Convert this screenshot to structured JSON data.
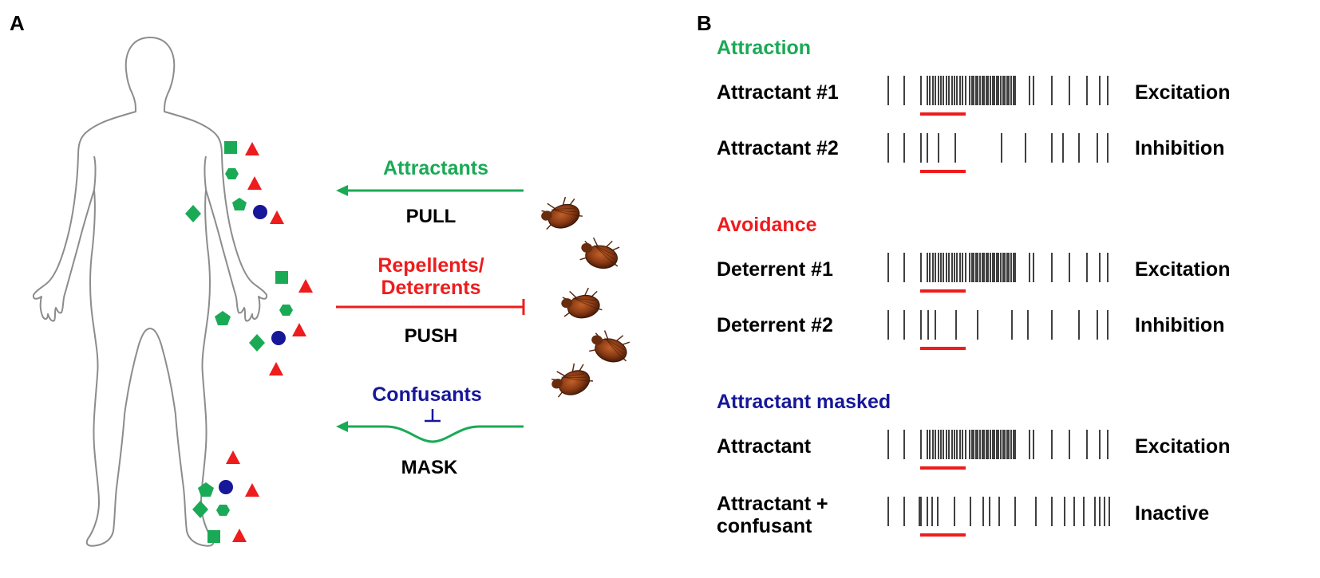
{
  "panel_a": {
    "label": "A",
    "mechanisms": [
      {
        "title": "Attractants",
        "action": "PULL"
      },
      {
        "title_line1": "Repellents/",
        "title_line2": "Deterrents",
        "action": "PUSH"
      },
      {
        "title": "Confusants",
        "action": "MASK"
      }
    ],
    "colors": {
      "green": "#1aaa55",
      "red": "#ee1c1c",
      "blue": "#17179a"
    }
  },
  "panel_b": {
    "label": "B",
    "sections": [
      {
        "heading": "Attraction",
        "heading_color": "#1aaa55",
        "rows": [
          {
            "label": "Attractant #1",
            "response": "Excitation",
            "pattern": "excite"
          },
          {
            "label": "Attractant #2",
            "response": "Inhibition",
            "pattern": "inhibit"
          }
        ]
      },
      {
        "heading": "Avoidance",
        "heading_color": "#ee1c1c",
        "rows": [
          {
            "label": "Deterrent #1",
            "response": "Excitation",
            "pattern": "excite"
          },
          {
            "label": "Deterrent #2",
            "response": "Inhibition",
            "pattern": "inhibit2"
          }
        ]
      },
      {
        "heading": "Attractant masked",
        "heading_color": "#17179a",
        "rows": [
          {
            "label": "Attractant",
            "response": "Excitation",
            "pattern": "excite"
          },
          {
            "label_line1": "Attractant +",
            "label_line2": "confusant",
            "response": "Inactive",
            "pattern": "inactive"
          }
        ]
      }
    ]
  }
}
